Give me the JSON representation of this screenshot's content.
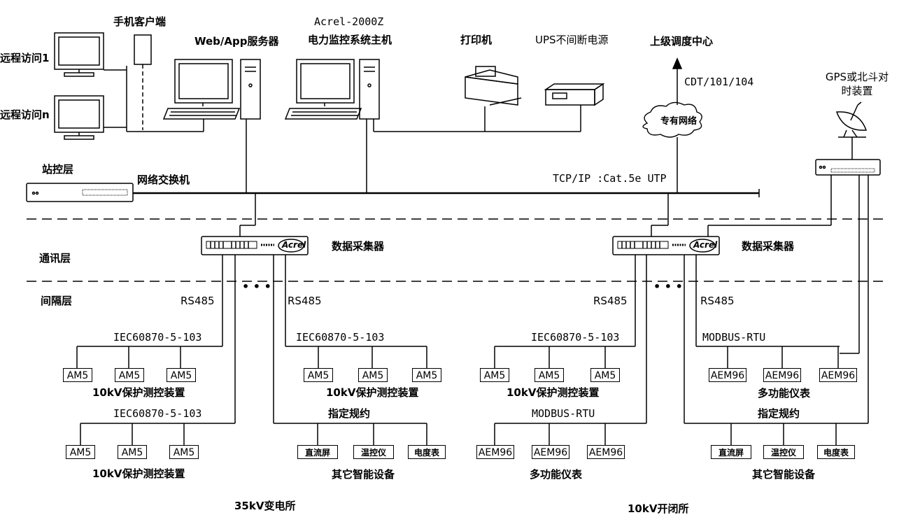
{
  "devices": {
    "remote1": "远程访问1",
    "remoten": "远程访问n",
    "phone": "手机客户端",
    "web_server": "Web/App服务器",
    "host_line1": "Acrel-2000Z",
    "host_line2": "电力监控系统主机",
    "printer": "打印机",
    "ups": "UPS不间断电源",
    "dispatch": "上级调度中心",
    "cdt": "CDT/101/104",
    "private_net": "专有网络",
    "gps": "GPS或北斗对时装置",
    "switch": "网络交换机",
    "tcpip": "TCP/IP :Cat.5e UTP",
    "collector_left": "数据采集器",
    "collector_right": "数据采集器",
    "acrel_logo": "Acrel"
  },
  "layers": {
    "station": "站控层",
    "comm": "通讯层",
    "bay": "间隔层"
  },
  "bus": {
    "rs485_1": "RS485",
    "rs485_2": "RS485",
    "rs485_3": "RS485",
    "rs485_4": "RS485",
    "dots": "• • •",
    "iec_1": "IEC60870-5-103",
    "iec_2": "IEC60870-5-103",
    "iec_3": "IEC60870-5-103",
    "iec_4": "IEC60870-5-103",
    "modbus_1": "MODBUS-RTU",
    "modbus_2": "MODBUS-RTU"
  },
  "devs": {
    "am5": "AM5",
    "aem96": "AEM96",
    "dc": "直流屏",
    "temp": "温控仪",
    "meter": "电度表"
  },
  "captions": {
    "prot_1": "10kV保护测控装置",
    "prot_2": "10kV保护测控装置",
    "prot_3": "10kV保护测控装置",
    "prot_4": "10kV保护测控装置",
    "multi_1": "多功能仪表",
    "multi_2": "多功能仪表",
    "spec_1": "指定规约",
    "spec_2": "指定规约",
    "other_1": "其它智能设备",
    "other_2": "其它智能设备",
    "site_left": "35kV变电所",
    "site_right": "10kV开闭所"
  }
}
